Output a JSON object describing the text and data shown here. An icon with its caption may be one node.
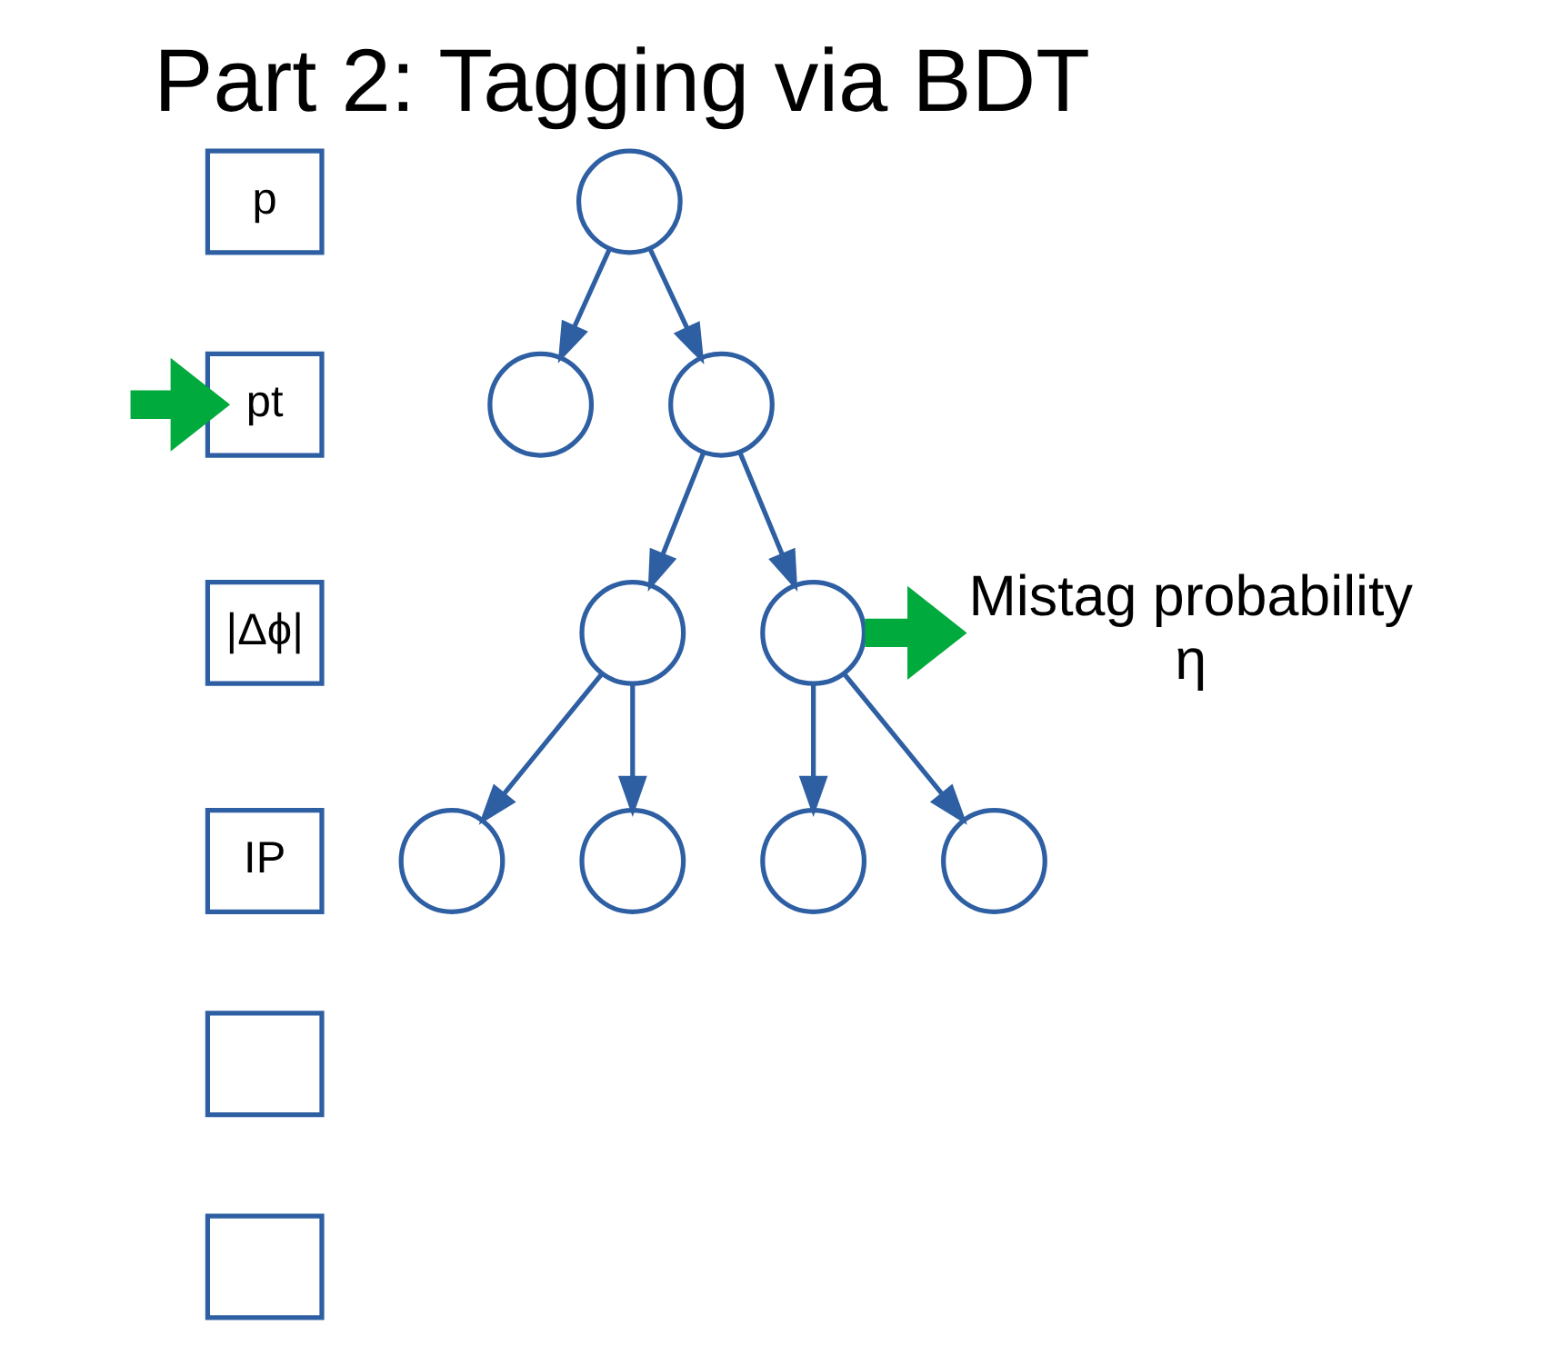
{
  "diagram": {
    "title": "Part 2: Tagging via BDT",
    "nodes": [
      {
        "text": [
          "p"
        ]
      },
      {
        "text": [
          "pt"
        ]
      },
      {
        "text": [
          "|Δϕ|"
        ]
      },
      {
        "text": [
          "IP"
        ]
      },
      {
        "text": [],
        "shape": "box"
      },
      {
        "text": [],
        "shape": "box"
      },
      {
        "text": [],
        "shape": "circle"
      },
      {
        "text": [],
        "shape": "circle"
      },
      {
        "text": [],
        "shape": "circle"
      },
      {
        "text": [],
        "shape": "circle"
      },
      {
        "text": [],
        "shape": "circle"
      },
      {
        "text": [],
        "shape": "circle"
      },
      {
        "text": [],
        "shape": "circle"
      },
      {
        "text": [],
        "shape": "circle"
      },
      {
        "text": [],
        "shape": "circle"
      },
      {
        "text": [
          "Mistag probability",
          "η"
        ]
      }
    ],
    "edges": [
      {
        "from": null,
        "to": 1,
        "arrow": "to",
        "style": "thick",
        "color": "#00aa3c"
      },
      {
        "from": 6,
        "to": 8,
        "arrow": "to"
      },
      {
        "from": 6,
        "to": 7,
        "arrow": "to"
      },
      {
        "from": 8,
        "to": 9,
        "arrow": "to"
      },
      {
        "from": 8,
        "to": 10,
        "arrow": "to"
      },
      {
        "from": 9,
        "to": 11,
        "arrow": "to"
      },
      {
        "from": 9,
        "to": 12,
        "arrow": "to"
      },
      {
        "from": 10,
        "to": 13,
        "arrow": "to"
      },
      {
        "from": 10,
        "to": 14,
        "arrow": "to"
      },
      {
        "from": 10,
        "to": 15,
        "arrow": "to",
        "style": "thick",
        "color": "#00aa3c"
      }
    ]
  }
}
